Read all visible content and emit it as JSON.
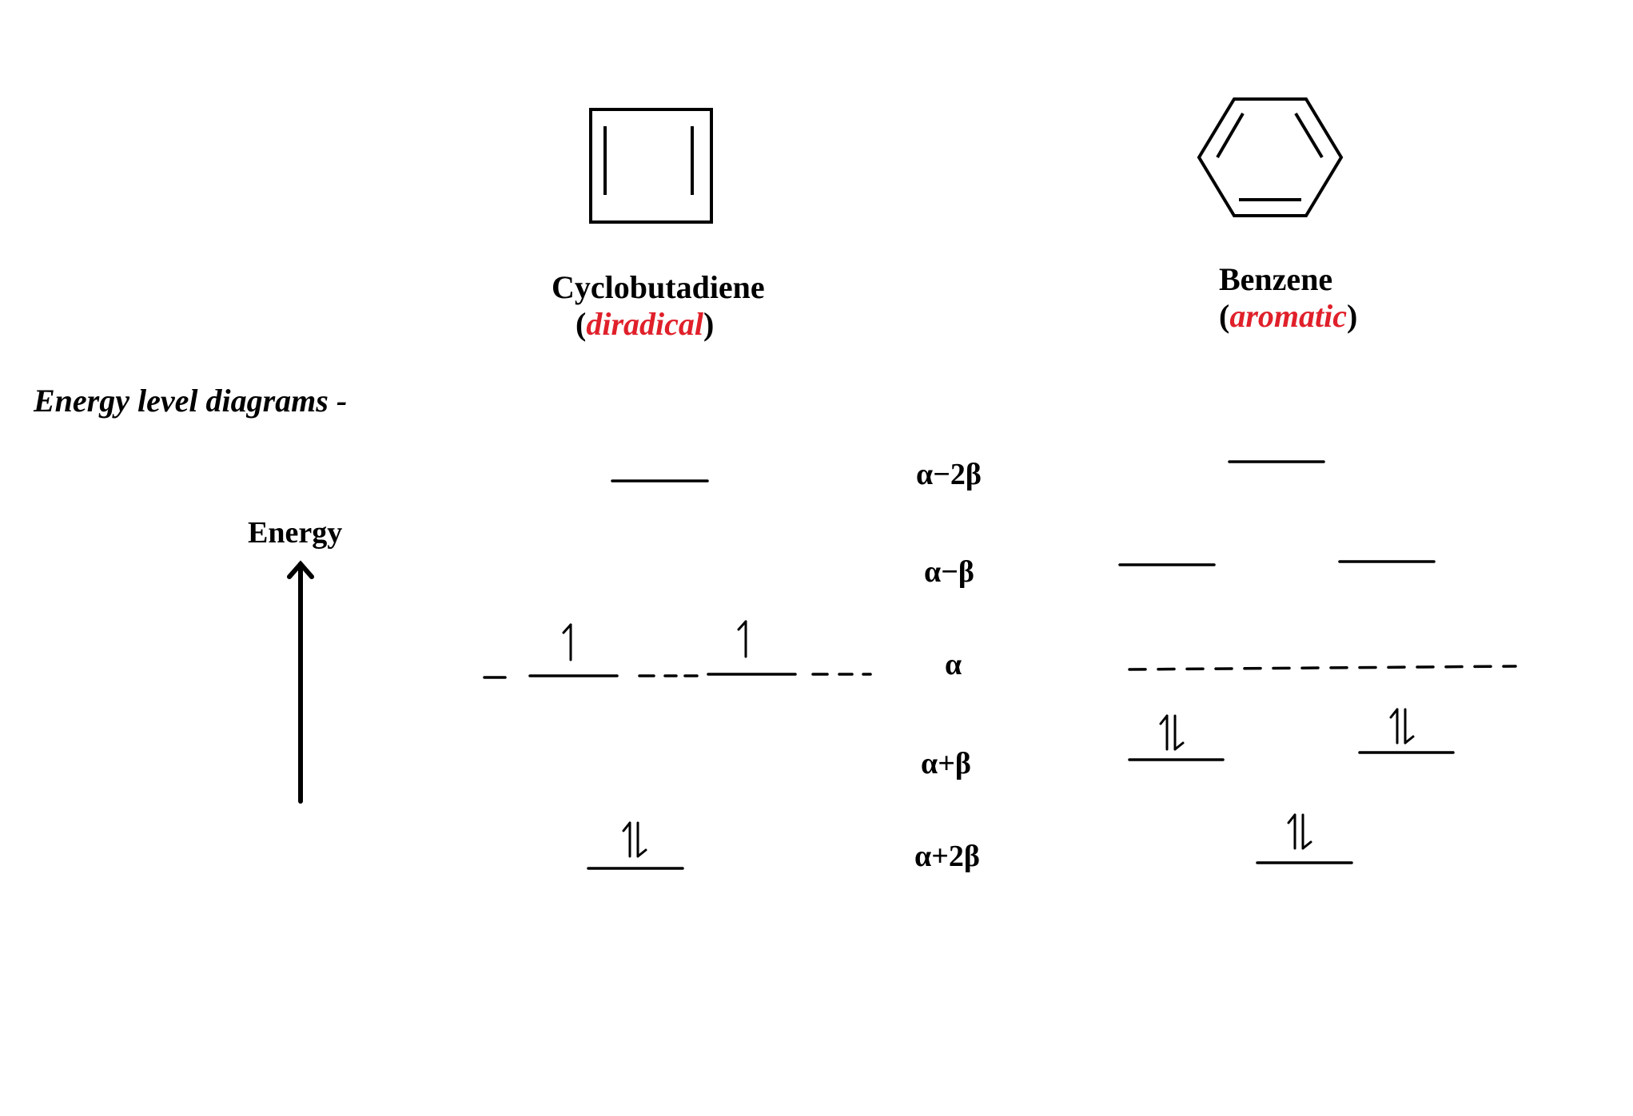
{
  "heading": "Energy level diagrams -",
  "axis": {
    "label": "Energy"
  },
  "molecules": {
    "cyclobutadiene": {
      "name": "Cyclobutadiene",
      "type": "diradical"
    },
    "benzene": {
      "name": "Benzene",
      "type": "aromatic"
    }
  },
  "levels": [
    "α−2β",
    "α−β",
    "α",
    "α+β",
    "α+2β"
  ],
  "colors": {
    "accent": "#e0202a",
    "ink": "#000000"
  }
}
